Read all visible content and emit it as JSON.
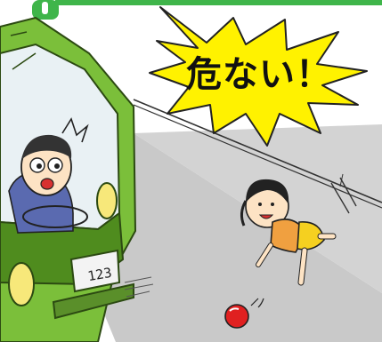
{
  "scene": {
    "warning_text": "危ない！",
    "license_plate_text": "123"
  },
  "colors": {
    "frame_green": "#3fb54a",
    "truck_green": "#7bbf3a",
    "truck_dark_green": "#4f8c1e",
    "road_gray": "#c8c8c8",
    "burst_yellow": "#fff200",
    "ball_red": "#e02020",
    "skirt_yellow": "#f5d020",
    "shirt_orange": "#f0a040",
    "driver_shirt_blue": "#5a6ab0"
  },
  "icons": {
    "frame_tab": "green-tab",
    "burst": "starburst",
    "ball": "red-ball"
  }
}
